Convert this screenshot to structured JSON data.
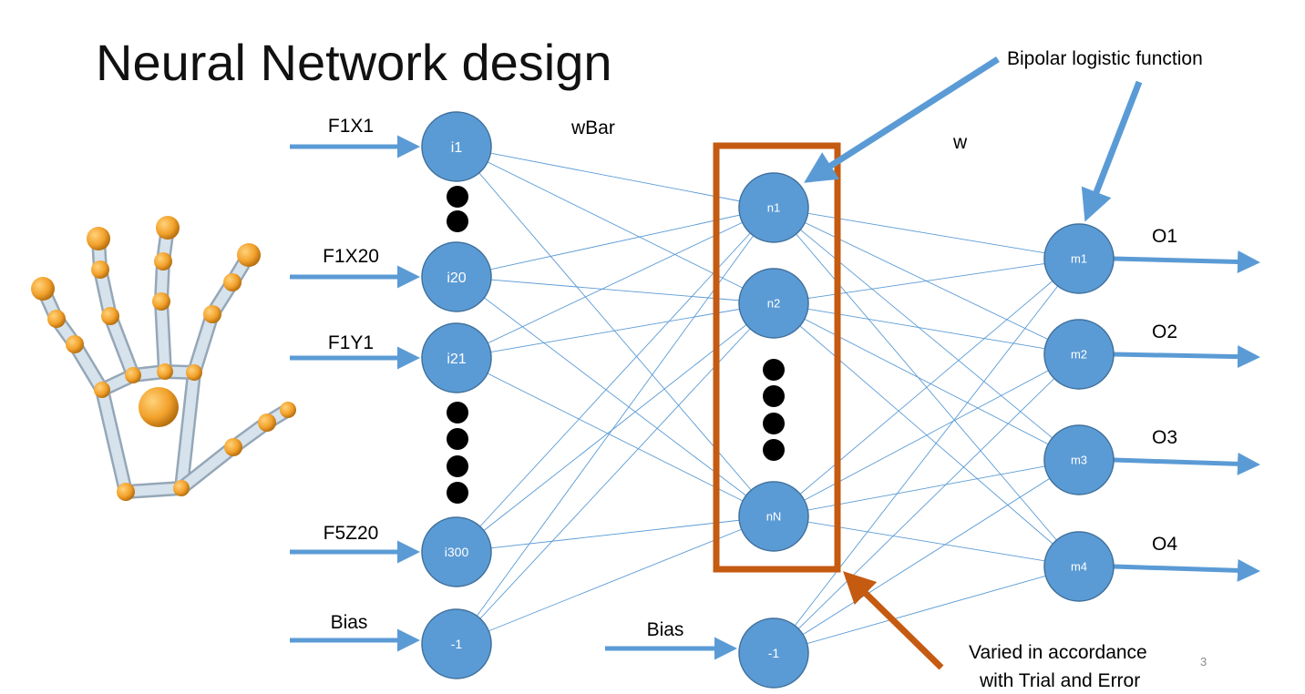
{
  "title": "Neural Network design",
  "page_number": "3",
  "colors": {
    "node_fill": "#5b9bd5",
    "node_stroke": "#41719c",
    "connection": "#5b9bd5",
    "arrow": "#5b9bd5",
    "hidden_box": "#c55a11",
    "bullet_dots": "#000000",
    "hand_bone": "#d6e2ec",
    "hand_joint": "#f2a12b"
  },
  "weights": {
    "input_to_hidden": "wBar",
    "hidden_to_output": "w"
  },
  "input_layer": {
    "nodes": [
      {
        "id": "i1",
        "input_label": "F1X1"
      },
      {
        "id": "i20",
        "input_label": "F1X20"
      },
      {
        "id": "i21",
        "input_label": "F1Y1"
      },
      {
        "id": "i300",
        "input_label": "F5Z20"
      }
    ],
    "bias": {
      "id": "-1",
      "input_label": "Bias"
    }
  },
  "hidden_layer": {
    "nodes": [
      "n1",
      "n2",
      "nN"
    ],
    "bias": {
      "id": "-1",
      "input_label": "Bias"
    }
  },
  "output_layer": {
    "nodes": [
      {
        "id": "m1",
        "output_label": "O1"
      },
      {
        "id": "m2",
        "output_label": "O2"
      },
      {
        "id": "m3",
        "output_label": "O3"
      },
      {
        "id": "m4",
        "output_label": "O4"
      }
    ]
  },
  "annotations": {
    "activation": "Bipolar logistic function",
    "hidden_size_line1": "Varied in accordance",
    "hidden_size_line2": "with Trial and Error"
  },
  "hand_icon": "hand-skeleton-icon"
}
